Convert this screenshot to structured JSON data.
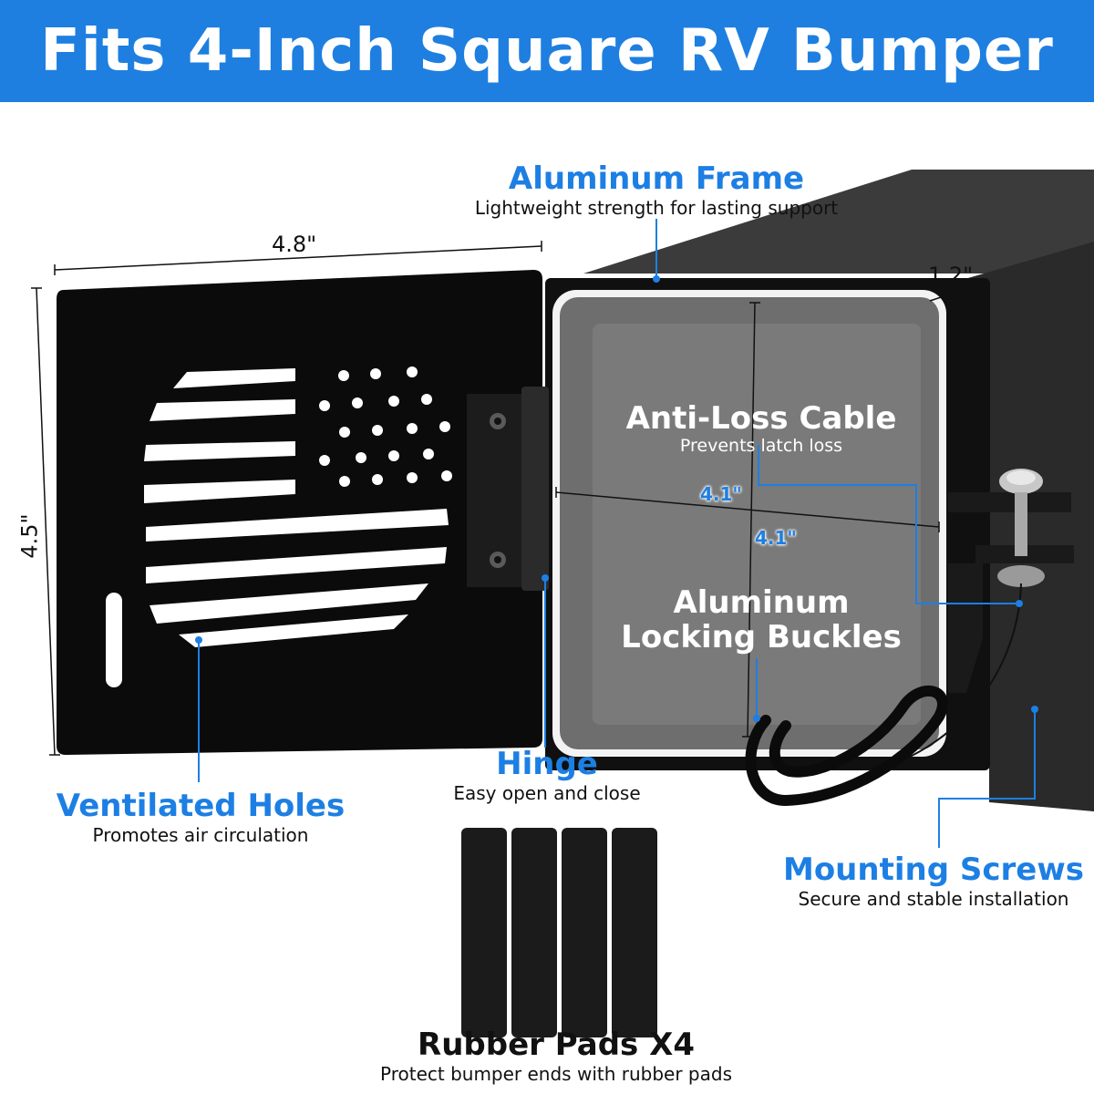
{
  "header": {
    "title": "Fits 4-Inch Square RV Bumper"
  },
  "dimensions": {
    "cover_width": "4.8\"",
    "cover_height": "4.5\"",
    "frame_depth": "1.2\"",
    "inner_height": "4.1\"",
    "inner_width": "4.1\""
  },
  "features": {
    "aluminum_frame": {
      "title": "Aluminum Frame",
      "desc": "Lightweight strength for lasting support"
    },
    "anti_loss_cable": {
      "title": "Anti-Loss Cable",
      "desc": "Prevents latch loss"
    },
    "locking_buckles": {
      "title_line1": "Aluminum",
      "title_line2": "Locking Buckles"
    },
    "hinge": {
      "title": "Hinge",
      "desc": "Easy open and close"
    },
    "ventilated_holes": {
      "title": "Ventilated Holes",
      "desc": "Promotes air circulation"
    },
    "mounting_screws": {
      "title": "Mounting Screws",
      "desc": "Secure and stable installation"
    },
    "rubber_pads": {
      "title": "Rubber Pads X4",
      "desc": "Protect bumper ends with rubber pads"
    }
  },
  "colors": {
    "banner": "#1e7fe0",
    "accent_blue": "#1d7fe3",
    "product_black": "#0b0b0b"
  },
  "icons": [
    "flag-cutout-icon",
    "star-icon",
    "hinge-icon",
    "screw-icon",
    "carabiner-icon"
  ]
}
